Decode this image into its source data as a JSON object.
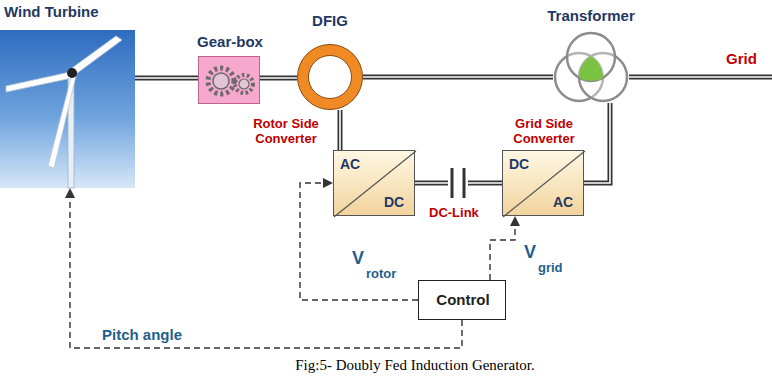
{
  "diagram": {
    "caption": "Fig:5- Doubly Fed Induction Generator.",
    "nodes": [
      {
        "text": [
          "Wind Turbine"
        ]
      },
      {
        "text": [
          "Gear-box"
        ]
      },
      {
        "text": [
          "DFIG"
        ]
      },
      {
        "text": [
          "Transformer"
        ]
      },
      {
        "text": [
          "Rotor Side Converter",
          "AC",
          "DC"
        ]
      },
      {
        "text": [
          "Grid Side Converter",
          "DC",
          "AC"
        ]
      },
      {
        "text": [
          "Control"
        ]
      }
    ],
    "edges": [
      {
        "from": 0,
        "to": 1,
        "arrow": "none"
      },
      {
        "from": 1,
        "to": 2,
        "arrow": "none"
      },
      {
        "from": 2,
        "to": 3,
        "arrow": "none"
      },
      {
        "from": 2,
        "to": 4,
        "arrow": "none"
      },
      {
        "from": 4,
        "to": 5,
        "label": "DC-Link",
        "arrow": "none"
      },
      {
        "from": 5,
        "to": 3,
        "arrow": "none"
      },
      {
        "from": 6,
        "to": 4,
        "arrow": "to"
      },
      {
        "from": 6,
        "to": 5,
        "arrow": "to"
      },
      {
        "from": 6,
        "to": 0,
        "label": "Pitch angle",
        "arrow": "to"
      }
    ],
    "labels": [
      "Grid",
      "V",
      "rotor",
      "V",
      "grid"
    ]
  }
}
